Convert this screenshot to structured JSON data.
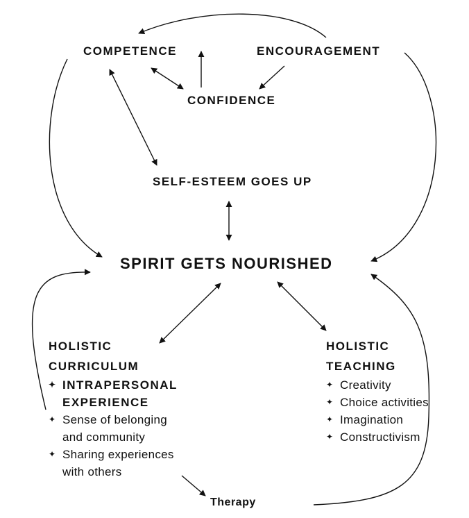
{
  "nodes": {
    "competence": "COMPETENCE",
    "encouragement": "ENCOURAGEMENT",
    "confidence": "CONFIDENCE",
    "self_esteem": "SELF-ESTEEM GOES UP",
    "spirit": "SPIRIT GETS NOURISHED",
    "therapy": "Therapy"
  },
  "curriculum": {
    "heading_line1": "HOLISTIC",
    "heading_line2": "CURRICULUM",
    "items": [
      {
        "text": "INTRAPERSONAL EXPERIENCE",
        "line1": "INTRAPERSONAL",
        "line2": "EXPERIENCE",
        "bold": true
      },
      {
        "text": "Sense of belonging and community",
        "line1": "Sense of belonging",
        "line2": "and community",
        "bold": false
      },
      {
        "text": "Sharing experiences with others",
        "line1": "Sharing experiences",
        "line2": "with others",
        "bold": false
      }
    ]
  },
  "teaching": {
    "heading_line1": "HOLISTIC",
    "heading_line2": "TEACHING",
    "items": [
      "Creativity",
      "Choice activities",
      "Imagination",
      "Constructivism"
    ]
  },
  "bullet": "✦",
  "colors": {
    "ink": "#111111",
    "background": "#ffffff"
  }
}
